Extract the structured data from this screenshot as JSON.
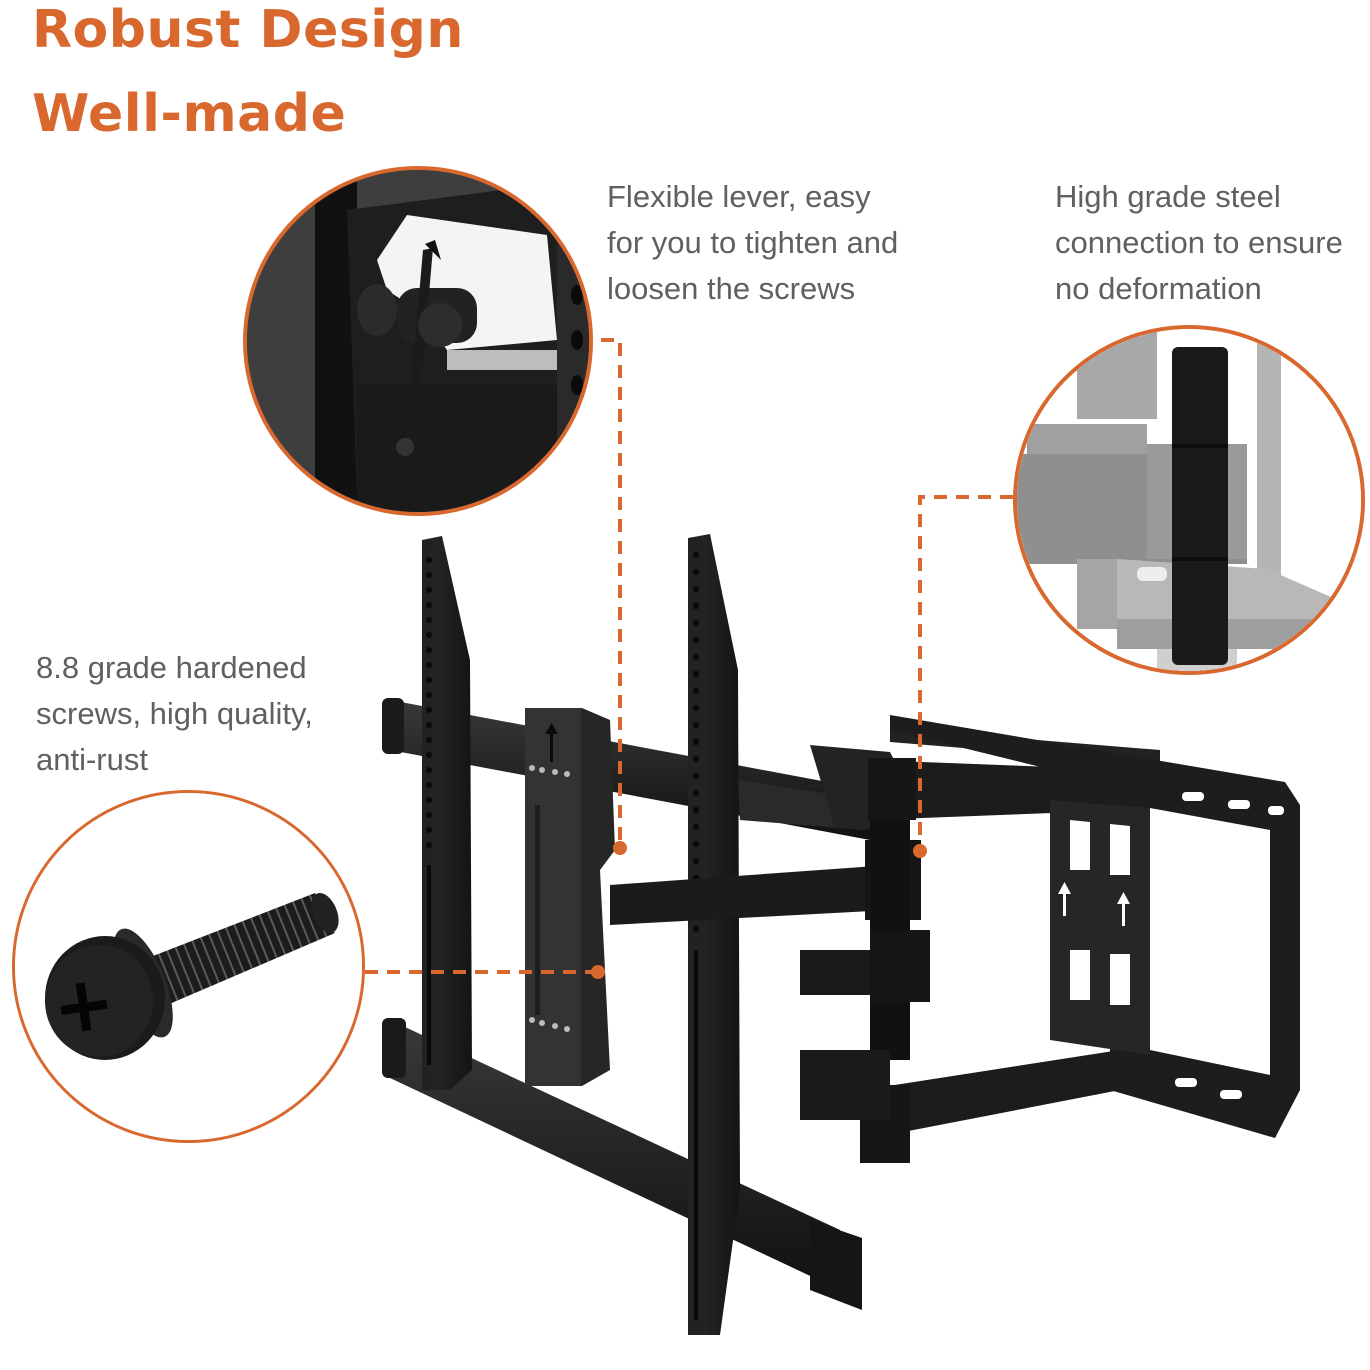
{
  "headline": {
    "line1": "Robust Design",
    "line2": "Well-made",
    "color": "#D9682E"
  },
  "captions": {
    "lever": {
      "lines": [
        "Flexible lever, easy",
        "for you to tighten and",
        "loosen the screws"
      ]
    },
    "steel": {
      "lines": [
        "High grade steel",
        "connection to ensure",
        "no deformation"
      ]
    },
    "screw": {
      "lines": [
        "8.8 grade hardened",
        "screws, high quality,",
        "anti-rust"
      ]
    }
  },
  "callouts": [
    {
      "id": "lever",
      "subject": "lever-closeup",
      "border_color": "#D9682E"
    },
    {
      "id": "steel",
      "subject": "steel-pivot-closeup",
      "border_color": "#D9682E"
    },
    {
      "id": "screw",
      "subject": "screw-closeup",
      "border_color": "#D9682E"
    }
  ],
  "colors": {
    "accent": "#D9682E",
    "text": "#606060",
    "metal_dark": "#1c1c1c",
    "metal_mid": "#2e2e2e",
    "background": "#ffffff"
  }
}
